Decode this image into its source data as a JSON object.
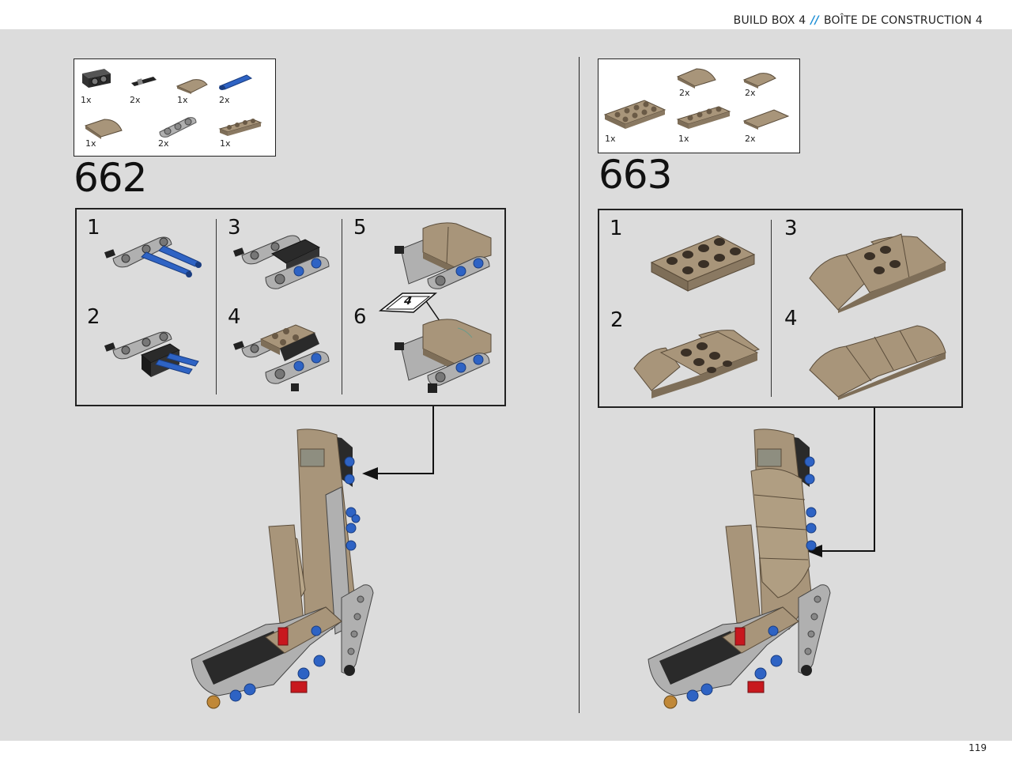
{
  "header": {
    "left": "BUILD BOX 4",
    "separator": "//",
    "right": "BOÎTE DE CONSTRUCTION 4"
  },
  "page_number": "119",
  "left_step": {
    "number": "662",
    "parts": [
      {
        "icon": "dark-gray-technic-brick-icon",
        "qty": "1x"
      },
      {
        "icon": "black-axle-pin-icon",
        "qty": "2x"
      },
      {
        "icon": "tan-curved-slope-icon",
        "qty": "1x"
      },
      {
        "icon": "blue-pin-icon",
        "qty": "2x"
      },
      {
        "icon": "tan-curved-slope-large-icon",
        "qty": "1x"
      },
      {
        "icon": "gray-technic-beam-3-icon",
        "qty": "2x"
      },
      {
        "icon": "tan-plate-1x4-icon",
        "qty": "1x"
      }
    ],
    "substeps": [
      "1",
      "2",
      "3",
      "4",
      "5",
      "6"
    ],
    "sticker_number": "4"
  },
  "right_step": {
    "number": "663",
    "parts": [
      {
        "icon": "tan-curved-slope-icon",
        "qty": "2x"
      },
      {
        "icon": "tan-curved-slope-small-icon",
        "qty": "2x"
      },
      {
        "icon": "tan-plate-2x4-icon",
        "qty": "1x"
      },
      {
        "icon": "tan-plate-1x4-icon",
        "qty": "1x"
      },
      {
        "icon": "tan-tile-2x4-icon",
        "qty": "2x"
      }
    ],
    "substeps": [
      "1",
      "2",
      "3",
      "4"
    ]
  },
  "colors": {
    "background": "#dcdcdc",
    "tan": "#a8957a",
    "blue": "#2e63c4",
    "gray": "#a8a8a8",
    "dark": "#2a2a2a",
    "red": "#c8181e",
    "accent": "#1e8fd6"
  }
}
